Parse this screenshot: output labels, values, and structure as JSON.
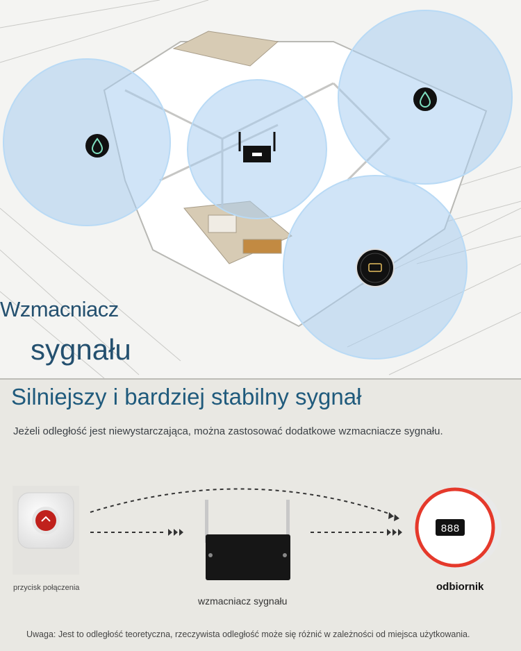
{
  "hero": {
    "title_line1": "Wzmacniacz",
    "title_line2": "sygnału",
    "icons": [
      "water-drop-icon",
      "router-icon",
      "water-drop-icon",
      "receiver-icon"
    ],
    "circle_color": "#a9cdf0"
  },
  "section": {
    "title": "Silniejszy i bardziej stabilny sygnał",
    "subtitle": "Jeżeli odległość jest niewystarczająca, można zastosować dodatkowe wzmacniacze sygnału."
  },
  "diagram": {
    "button_label": "przycisk połączenia",
    "amplifier_label": "wzmacniacz sygnału",
    "receiver_label": "odbiornik",
    "receiver_display": "888",
    "accent_red": "#e5392b"
  },
  "note": "Uwaga: Jest to odległość teoretyczna, rzeczywista odległość może się różnić w zależności od miejsca użytkowania."
}
